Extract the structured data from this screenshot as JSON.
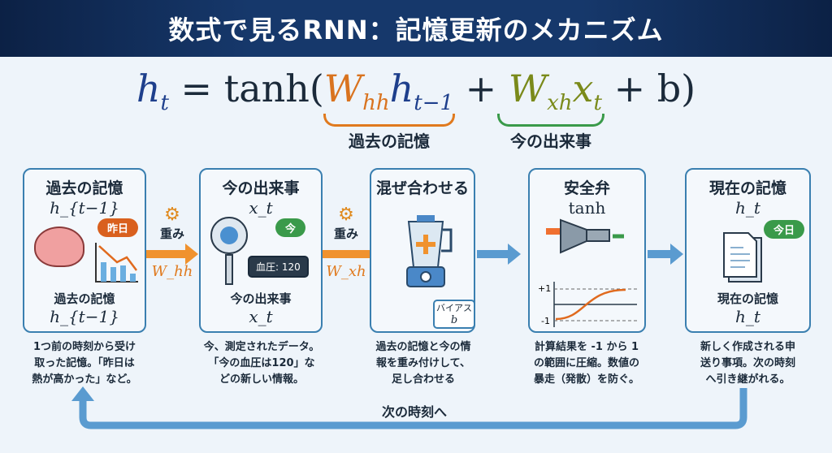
{
  "title": "数式で見るRNN：記憶更新のメカニズム",
  "equation": {
    "lhs": "h",
    "lhs_sub": "t",
    "eq": " = tanh(",
    "w1": "W",
    "w1_sub": "hh",
    "h1": "h",
    "h1_sub": "t−1",
    "plus1": " + ",
    "w2": "W",
    "w2_sub": "xh",
    "x": "x",
    "x_sub": "t",
    "tail": " + b)",
    "label_past": "過去の記憶",
    "label_now": "今の出来事"
  },
  "boxes": [
    {
      "title": "過去の記憶",
      "math": "h_{t−1}",
      "badge": "昨日",
      "caption": "過去の記憶",
      "caption_math": "h_{t−1}",
      "desc": [
        "1つ前の時刻から受け",
        "取った記憶。「昨日は",
        "熱が高かった」など。"
      ]
    },
    {
      "title": "今の出来事",
      "math": "x_t",
      "badge": "今",
      "display": "血圧: 120",
      "caption": "今の出来事",
      "caption_math": "x_t",
      "desc": [
        "今、測定されたデータ。",
        "「今の血圧は120」な",
        "どの新しい情報。"
      ]
    },
    {
      "title": "混ぜ合わせる",
      "bias_label": "バイアス",
      "bias_math": "b",
      "desc": [
        "過去の記憶と今の情",
        "報を重み付けして、",
        "足し合わせる"
      ]
    },
    {
      "title": "安全弁",
      "math": "tanh",
      "plus_one": "+1",
      "minus_one": "-1",
      "desc": [
        "計算結果を -1 から 1",
        "の範囲に圧縮。数値の",
        "暴走（発散）を防ぐ。"
      ]
    },
    {
      "title": "現在の記憶",
      "math": "h_t",
      "badge": "今日",
      "caption": "現在の記憶",
      "caption_math": "h_t",
      "desc": [
        "新しく作成される申",
        "送り事項。次の時刻",
        "へ引き継がれる。"
      ]
    }
  ],
  "weights": [
    {
      "label": "重み",
      "math": "W_hh"
    },
    {
      "label": "重み",
      "math": "W_xh"
    }
  ],
  "loop_label": "次の時刻へ",
  "colors": {
    "title_bg": "#16386b",
    "orange": "#f0922e",
    "blue": "#5a9bd0",
    "green": "#3a9a4a",
    "border": "#3a7fb0"
  }
}
